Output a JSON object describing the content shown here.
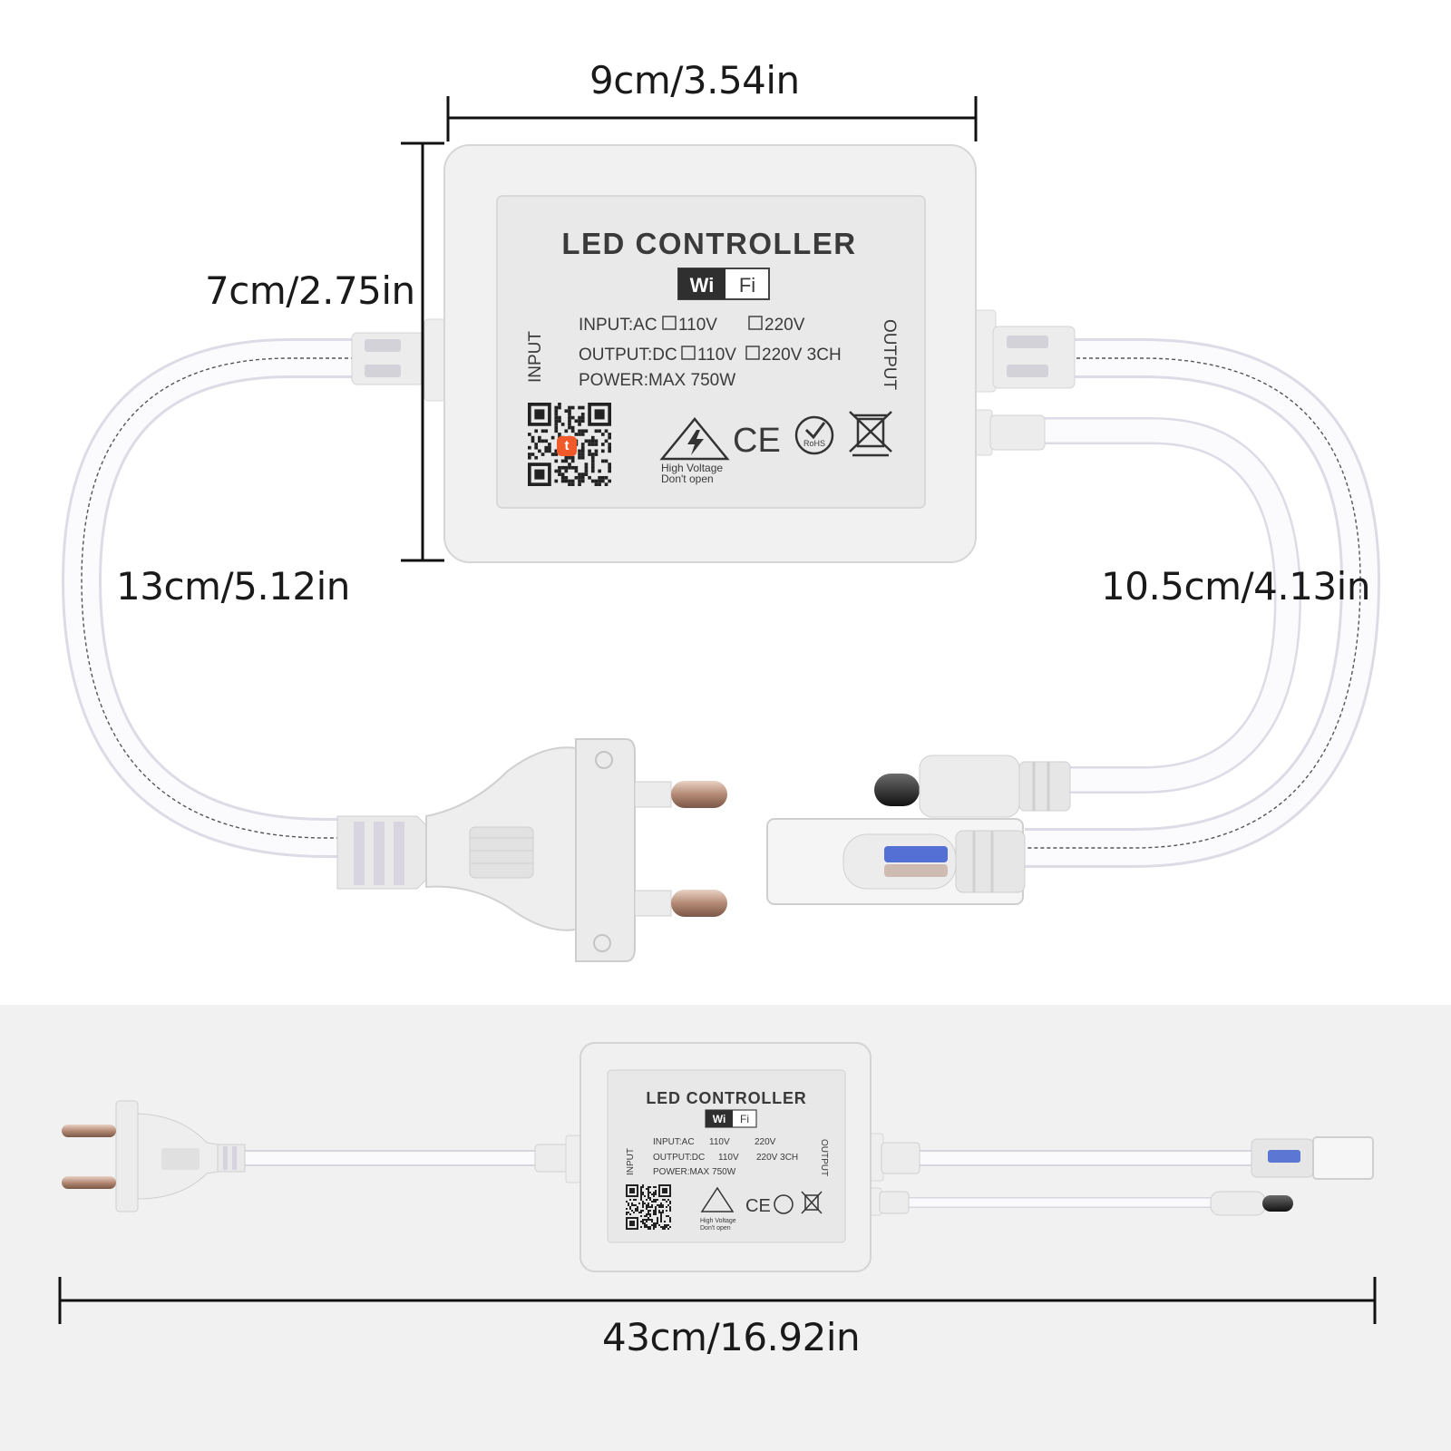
{
  "dimensions": {
    "width": "9cm/3.54in",
    "height": "7cm/2.75in",
    "input_cable": "13cm/5.12in",
    "output_cable": "10.5cm/4.13in",
    "total_length": "43cm/16.92in"
  },
  "controller_label": {
    "title": "LED CONTROLLER",
    "wifi_left": "Wi",
    "wifi_right": "Fi",
    "input_ac": "INPUT:AC",
    "input_110": "110V",
    "input_220": "220V",
    "output_dc": "OUTPUT:DC",
    "output_110": "110V",
    "output_220": "220V 3CH",
    "power": "POWER:MAX 750W",
    "side_input": "INPUT",
    "side_output": "OUTPUT",
    "warning_line1": "High Voltage",
    "warning_line2": "Don't open",
    "ce_mark": "CE",
    "rohs_mark": "RoHS",
    "app_badge": "t"
  },
  "colors": {
    "housing": "#f3f3f3",
    "cable": "#fbfbfd",
    "accent_blue": "#3a5ad0",
    "background_bottom": "#f1f1f1"
  },
  "icons": [
    "qr-code-icon",
    "high-voltage-warning-icon",
    "ce-mark-icon",
    "rohs-icon",
    "weee-bin-icon",
    "eu-plug-icon",
    "dc-connector-icon",
    "strip-connector-icon"
  ]
}
